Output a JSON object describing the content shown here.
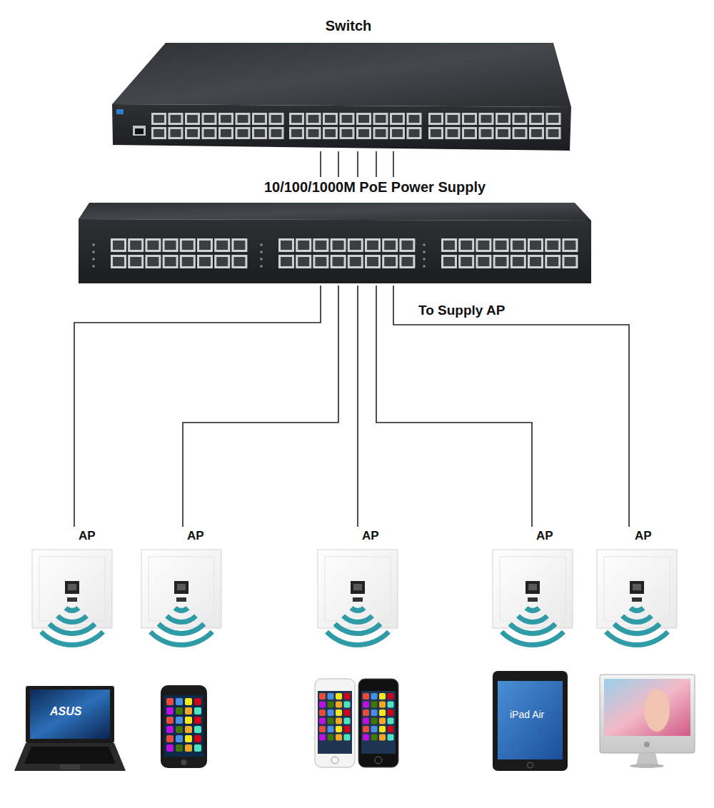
{
  "diagram": {
    "nodes": [
      {
        "text": [
          "Switch"
        ]
      },
      {
        "text": [
          "10/100/1000M PoE Power Supply"
        ]
      },
      {
        "text": [
          "AP"
        ]
      },
      {
        "text": [
          "AP"
        ]
      },
      {
        "text": [
          "AP"
        ]
      },
      {
        "text": [
          "AP"
        ]
      },
      {
        "text": [
          "AP"
        ]
      }
    ],
    "edges": [
      {
        "from": 0,
        "to": 1,
        "arrow": "none"
      },
      {
        "from": 0,
        "to": 1,
        "arrow": "none"
      },
      {
        "from": 0,
        "to": 1,
        "arrow": "none"
      },
      {
        "from": 0,
        "to": 1,
        "arrow": "none"
      },
      {
        "from": 0,
        "to": 1,
        "arrow": "none"
      },
      {
        "from": 1,
        "to": 2,
        "arrow": "none"
      },
      {
        "from": 1,
        "to": 3,
        "arrow": "none"
      },
      {
        "from": 1,
        "to": 4,
        "arrow": "none"
      },
      {
        "from": 1,
        "to": 5,
        "arrow": "none"
      },
      {
        "from": 1,
        "to": 6,
        "arrow": "none"
      }
    ],
    "labels": [
      "To Supply AP",
      "ASUS",
      "iPad Air"
    ]
  }
}
